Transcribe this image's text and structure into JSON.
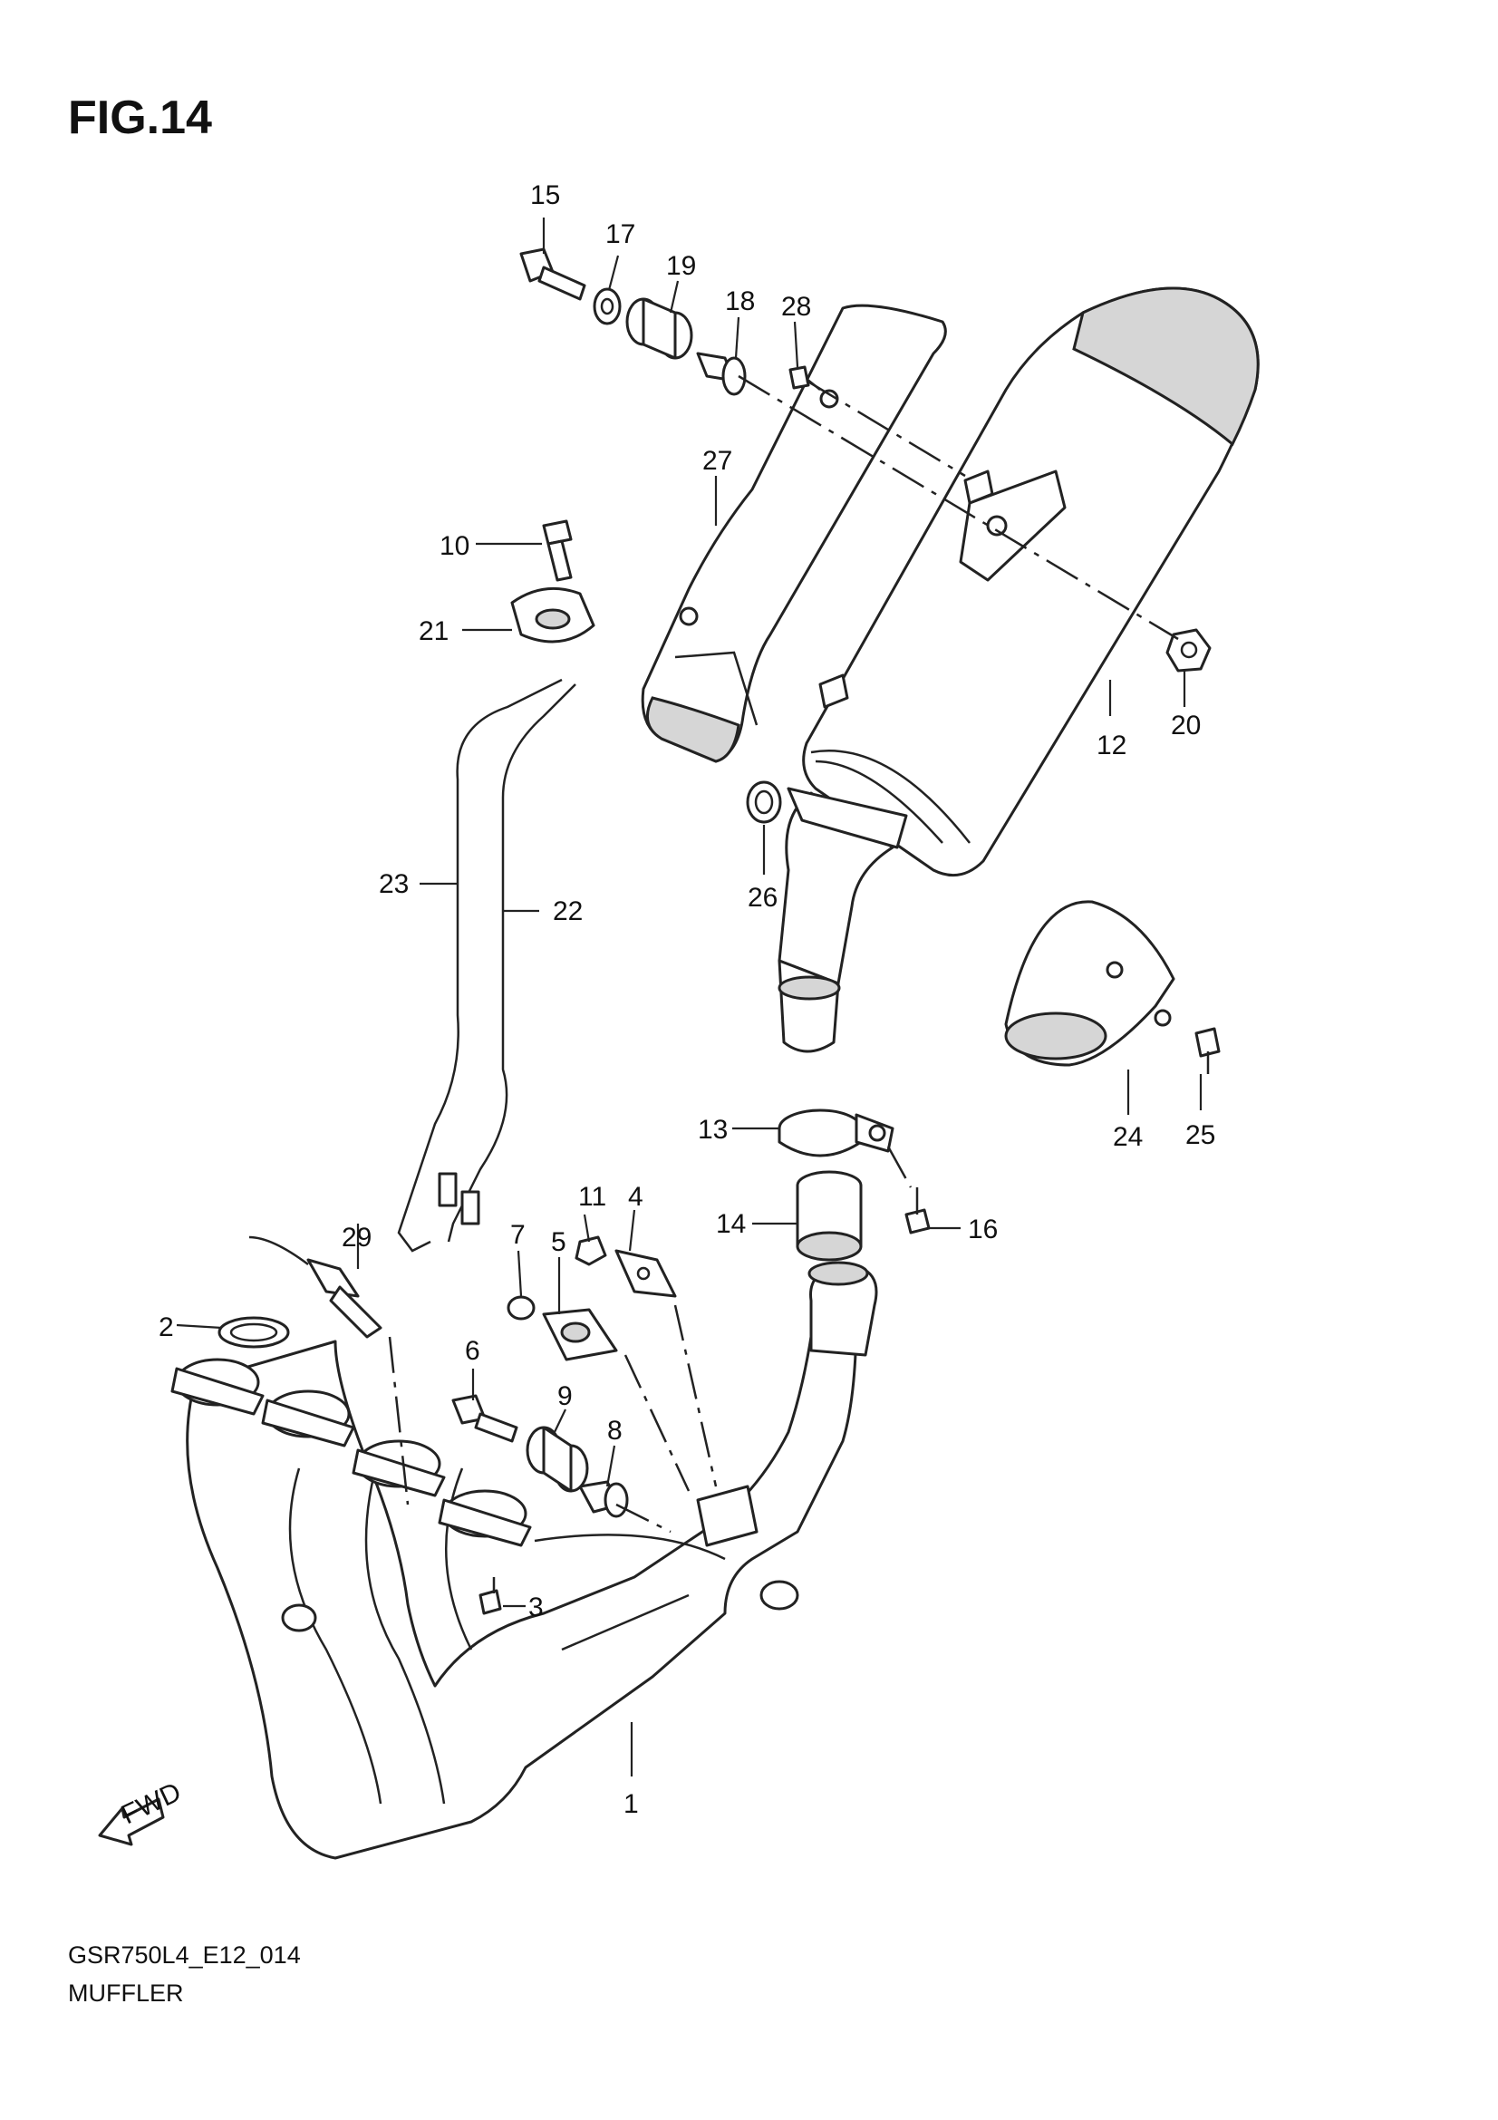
{
  "figure": {
    "title": "FIG.14",
    "model_code": "GSR750L4_E12_014",
    "name": "MUFFLER",
    "fwd_label": "FWD"
  },
  "callouts": [
    "1",
    "2",
    "3",
    "4",
    "5",
    "6",
    "7",
    "8",
    "9",
    "10",
    "11",
    "12",
    "13",
    "14",
    "15",
    "16",
    "17",
    "18",
    "19",
    "20",
    "21",
    "22",
    "23",
    "24",
    "25",
    "26",
    "27",
    "28",
    "29"
  ],
  "icons": {
    "fwd_arrow": "fwd-arrow-icon"
  }
}
